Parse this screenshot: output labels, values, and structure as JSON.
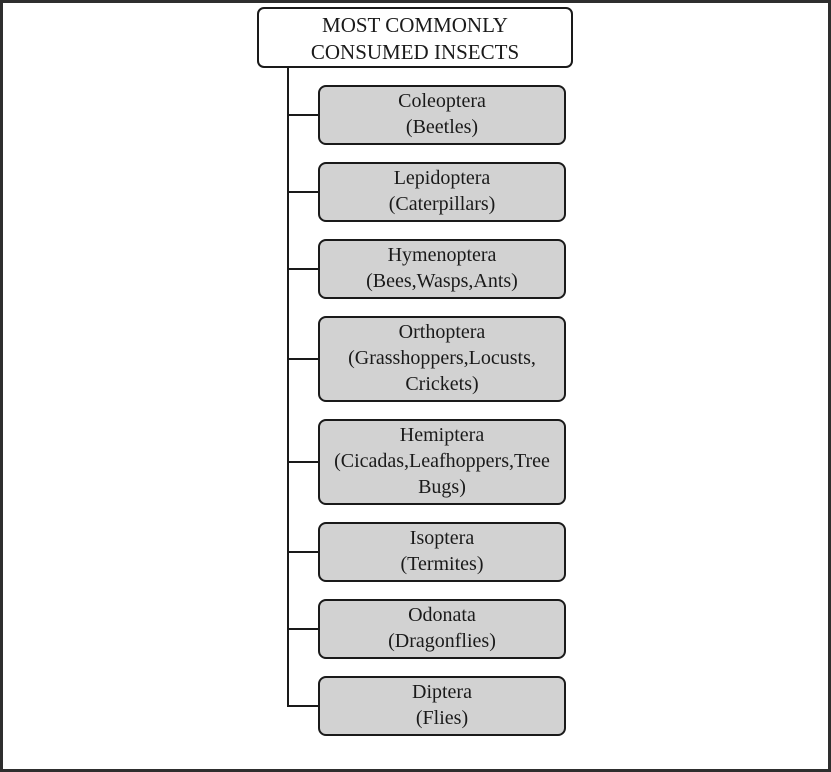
{
  "diagram": {
    "root": {
      "label": "MOST COMMONLY CONSUMED INSECTS",
      "lines": [
        "MOST COMMONLY",
        "CONSUMED INSECTS"
      ]
    },
    "nodes": [
      {
        "order": "Coleoptera",
        "common": "(Beetles)"
      },
      {
        "order": "Lepidoptera",
        "common": "(Caterpillars)"
      },
      {
        "order": "Hymenoptera",
        "common": "(Bees,Wasps,Ants)"
      },
      {
        "order": "Orthoptera",
        "common": "(Grasshoppers,Locusts, Crickets)"
      },
      {
        "order": "Hemiptera",
        "common": "(Cicadas,Leafhoppers,Tree Bugs)"
      },
      {
        "order": "Isoptera",
        "common": "(Termites)"
      },
      {
        "order": "Odonata",
        "common": "(Dragonflies)"
      },
      {
        "order": "Diptera",
        "common": "(Flies)"
      }
    ],
    "colors": {
      "node_fill": "#d2d2d2",
      "node_border": "#1a1a1a",
      "root_fill": "#ffffff",
      "connector": "#1a1a1a",
      "outer_border": "#2e2e2e",
      "text": "#1a1a1a"
    }
  }
}
